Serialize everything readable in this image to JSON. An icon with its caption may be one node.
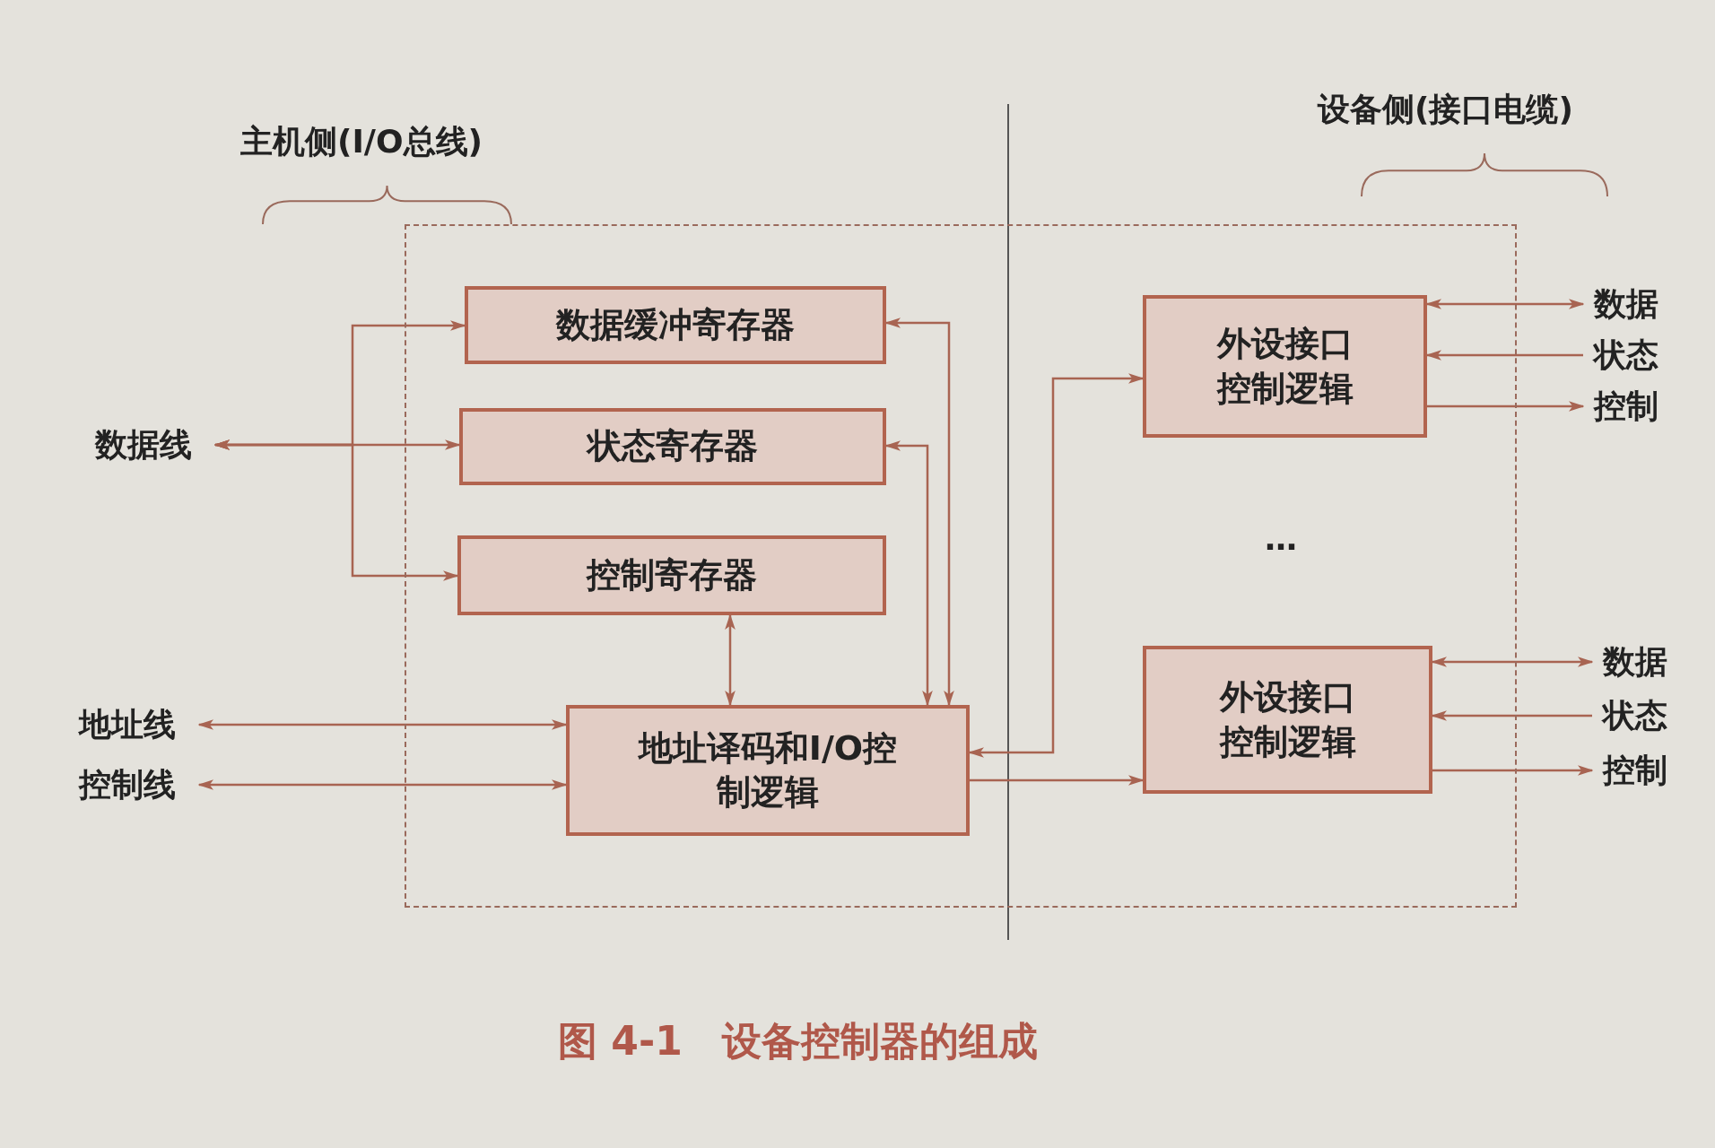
{
  "diagram": {
    "caption": "图 4-1　设备控制器的组成",
    "nodes": [
      {
        "text": [],
        "shape": "box"
      },
      {
        "text": [
          "数据缓冲寄存器"
        ],
        "in": 0
      },
      {
        "text": [
          "状态寄存器"
        ],
        "in": 0
      },
      {
        "text": [
          "控制寄存器"
        ],
        "in": 0
      },
      {
        "text": [
          "地址译码和I/O控制逻辑"
        ],
        "in": 0
      },
      {
        "text": [
          "外设接口控制逻辑"
        ],
        "in": 0
      },
      {
        "text": [
          "外设接口控制逻辑"
        ],
        "in": 0
      },
      {
        "text": [
          "数据线"
        ]
      },
      {
        "text": [
          "地址线"
        ]
      },
      {
        "text": [
          "控制线"
        ]
      },
      {
        "text": [
          "数据"
        ]
      },
      {
        "text": [
          "状态"
        ]
      },
      {
        "text": [
          "控制"
        ]
      },
      {
        "text": [
          "数据"
        ]
      },
      {
        "text": [
          "状态"
        ]
      },
      {
        "text": [
          "控制"
        ]
      }
    ],
    "edges": [
      {
        "from": 7,
        "to": 1,
        "arrow": "both"
      },
      {
        "from": 7,
        "to": 2,
        "arrow": "both"
      },
      {
        "from": 7,
        "to": 3,
        "arrow": "both"
      },
      {
        "from": 1,
        "to": 4,
        "arrow": "both"
      },
      {
        "from": 2,
        "to": 4,
        "arrow": "both"
      },
      {
        "from": 3,
        "to": 4,
        "arrow": "both"
      },
      {
        "from": 8,
        "to": 4,
        "arrow": "both"
      },
      {
        "from": 9,
        "to": 4,
        "arrow": "both"
      },
      {
        "from": 4,
        "to": 5,
        "arrow": "both"
      },
      {
        "from": 4,
        "to": 6,
        "arrow": "to"
      },
      {
        "from": 5,
        "to": 10,
        "arrow": "both"
      },
      {
        "from": 11,
        "to": 5,
        "arrow": "to"
      },
      {
        "from": 5,
        "to": 12,
        "arrow": "to"
      },
      {
        "from": 6,
        "to": 13,
        "arrow": "both"
      },
      {
        "from": 14,
        "to": 6,
        "arrow": "to"
      },
      {
        "from": 6,
        "to": 15,
        "arrow": "to"
      }
    ],
    "labels": [
      "主机侧(I/O总线)",
      "设备侧(接口电缆)",
      "…"
    ]
  }
}
